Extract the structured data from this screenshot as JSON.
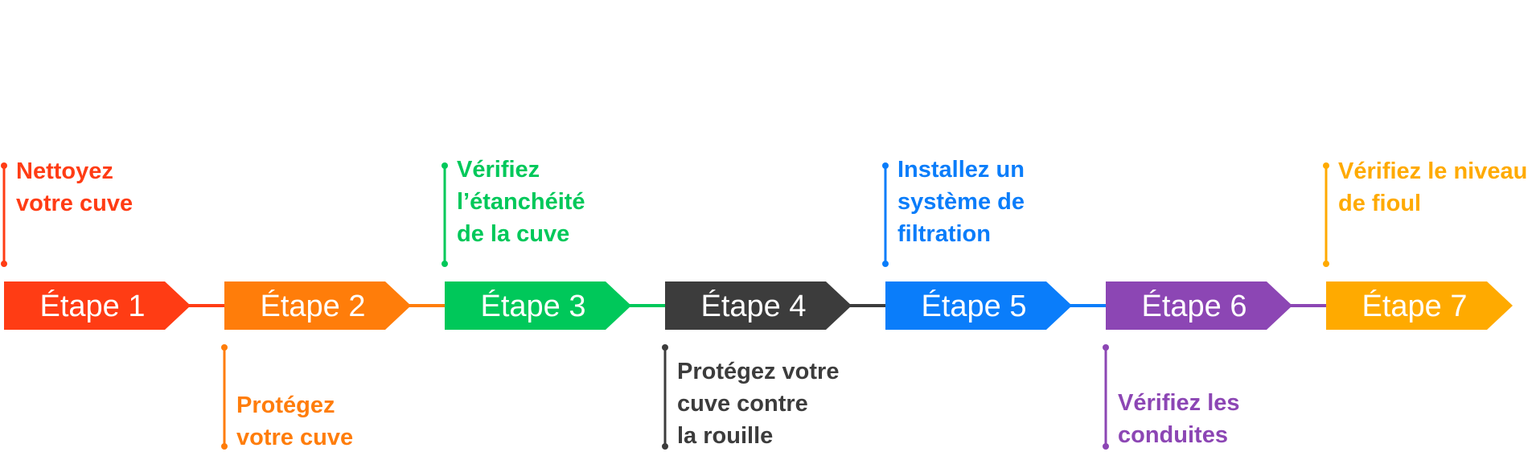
{
  "steps": [
    {
      "label": "Étape 1",
      "color": "#ff3c14",
      "note_position": "above",
      "note_lines": [
        "Nettoyez",
        "votre cuve"
      ]
    },
    {
      "label": "Étape 2",
      "color": "#ff7d0a",
      "note_position": "below",
      "note_lines": [
        "Protégez",
        "votre cuve"
      ]
    },
    {
      "label": "Étape 3",
      "color": "#00c85a",
      "note_position": "above",
      "note_lines": [
        "Vérifiez",
        "l’étanchéité",
        "de la cuve"
      ]
    },
    {
      "label": "Étape 4",
      "color": "#3c3c3c",
      "note_position": "below",
      "note_lines": [
        "Protégez votre",
        "cuve contre",
        "la rouille"
      ]
    },
    {
      "label": "Étape 5",
      "color": "#0a7dfa",
      "note_position": "above",
      "note_lines": [
        "Installez un",
        "système de",
        "filtration"
      ]
    },
    {
      "label": "Étape 6",
      "color": "#8c46b4",
      "note_position": "below",
      "note_lines": [
        "Vérifiez les",
        "conduites"
      ]
    },
    {
      "label": "Étape 7",
      "color": "#ffaa00",
      "note_position": "above",
      "note_lines": [
        "Vérifiez le niveau",
        "de fioul"
      ]
    }
  ]
}
